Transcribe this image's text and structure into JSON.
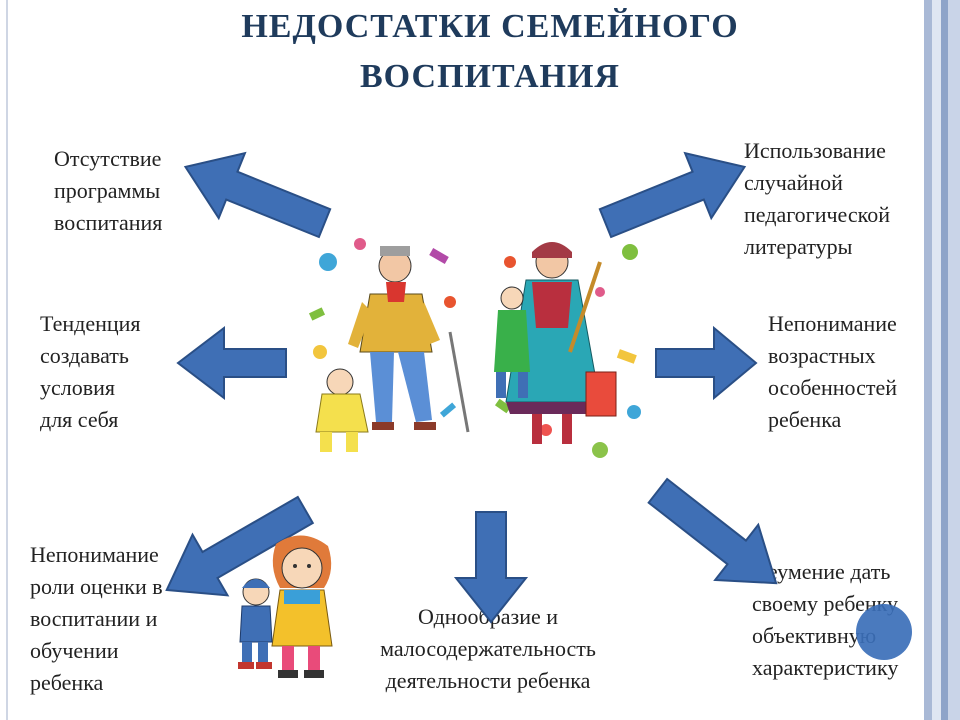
{
  "slide": {
    "title_lines": [
      "НЕДОСТАТКИ СЕМЕЙНОГО",
      "ВОСПИТАНИЯ"
    ],
    "notes": [
      {
        "id": "no-program",
        "lines": [
          "Отсутствие",
          "программы",
          "воспитания"
        ]
      },
      {
        "id": "random-literature",
        "lines": [
          "Использование",
          "случайной",
          "педагогической",
          "литературы"
        ]
      },
      {
        "id": "comfort-for-self",
        "lines": [
          "Тенденция",
          "создавать",
          "условия",
          "для себя"
        ]
      },
      {
        "id": "age-features",
        "lines": [
          "Непонимание",
          "возрастных",
          "особенностей",
          "ребенка"
        ]
      },
      {
        "id": "role-of-assessment",
        "lines": [
          "Непонимание",
          "роли оценки в",
          "воспитании и",
          "обучении",
          "ребенка"
        ]
      },
      {
        "id": "monotony",
        "lines": [
          "Однообразие и",
          "малосодержательность",
          "деятельности ребенка"
        ]
      },
      {
        "id": "objective-description",
        "lines": [
          "Неумение дать",
          "своему ребенку",
          "объективную",
          "характеристику"
        ]
      }
    ]
  },
  "colors": {
    "title": "#1f3b5c",
    "text": "#222222",
    "arrow_fill": "#3f6fb5",
    "arrow_stroke": "#2a4f86",
    "right_band": [
      "#a9b9d6",
      "#c9d4e8",
      "#8ea4c9",
      "#dfe6f2"
    ],
    "accent_dot": "#3b6fb8"
  },
  "icons": {
    "family_illustration": "family-illustration-icon",
    "children_illustration": "children-illustration-icon",
    "arrow": "arrow-icon"
  }
}
